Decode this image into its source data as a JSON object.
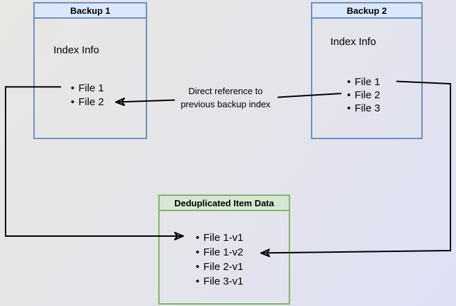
{
  "backup1": {
    "title": "Backup 1",
    "section_label": "Index Info",
    "items": [
      "File 1",
      "File 2"
    ]
  },
  "backup2": {
    "title": "Backup 2",
    "section_label": "Index Info",
    "items": [
      "File 1",
      "File 2",
      "File 3"
    ]
  },
  "dedup": {
    "title": "Deduplicated Item Data",
    "items": [
      "File 1-v1",
      "File 1-v2",
      "File 2-v1",
      "File 3-v1"
    ]
  },
  "edge_label": {
    "line1": "Direct reference to",
    "line2": "previous backup index"
  },
  "colors": {
    "background_start": "#e9e7e4",
    "background_end": "#dee1f5",
    "backup_header_fill": "#dae8fc",
    "backup_border": "#6c8ebf",
    "dedup_header_fill": "#d5e8d4",
    "dedup_border": "#82b366",
    "connector": "#000000",
    "text": "#000000"
  }
}
